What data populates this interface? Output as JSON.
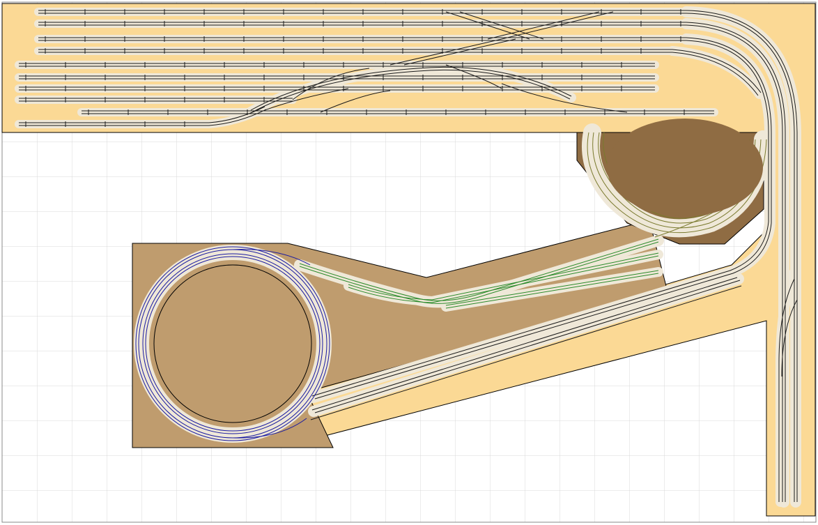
{
  "app": {
    "view": "track-plan-editor"
  },
  "colors": {
    "background": "#ffffff",
    "grid": "#d9d9d9",
    "base_board": "#fbd995",
    "upper_board": "#bf9c6e",
    "hill": "#8f6c43",
    "roadbed": "#efe8d8",
    "rail_main": "#1a1a1a",
    "rail_blue": "#1a1aa0",
    "rail_green": "#2a8a2a",
    "rail_olive": "#7a7a2e",
    "outline": "#000000"
  },
  "layers": [
    "base-board",
    "upper-level",
    "hills",
    "track-main",
    "track-helix-blue",
    "track-ramp-green",
    "track-helix-olive"
  ]
}
